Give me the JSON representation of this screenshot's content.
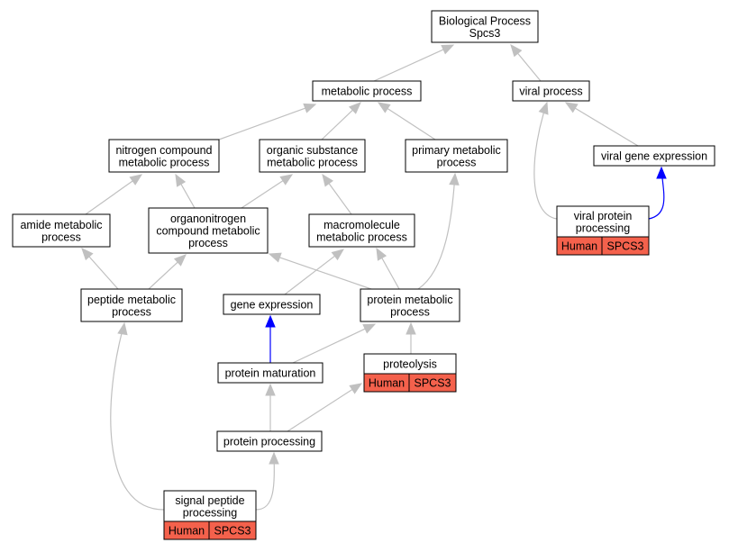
{
  "colors": {
    "edge_default": "#c0c0c0",
    "edge_highlight": "#0000ff",
    "annotation_fill": "#f4614c",
    "node_fill": "#ffffff",
    "node_border": "#000000"
  },
  "nodes": {
    "bp": {
      "lines": [
        "Biological Process",
        "Spcs3"
      ]
    },
    "metabolic": {
      "lines": [
        "metabolic process"
      ]
    },
    "viral": {
      "lines": [
        "viral process"
      ]
    },
    "nitrogen": {
      "lines": [
        "nitrogen compound",
        "metabolic process"
      ]
    },
    "organic": {
      "lines": [
        "organic substance",
        "metabolic process"
      ]
    },
    "primary": {
      "lines": [
        "primary metabolic",
        "process"
      ]
    },
    "viralgene": {
      "lines": [
        "viral gene expression"
      ]
    },
    "amide": {
      "lines": [
        "amide metabolic",
        "process"
      ]
    },
    "organonitrogen": {
      "lines": [
        "organonitrogen",
        "compound metabolic",
        "process"
      ]
    },
    "macromolecule": {
      "lines": [
        "macromolecule",
        "metabolic process"
      ]
    },
    "viralprot": {
      "lines": [
        "viral protein",
        "processing"
      ],
      "annotation": [
        "Human",
        "SPCS3"
      ]
    },
    "peptide": {
      "lines": [
        "peptide metabolic",
        "process"
      ]
    },
    "geneexpr": {
      "lines": [
        "gene expression"
      ]
    },
    "proteinmet": {
      "lines": [
        "protein metabolic",
        "process"
      ]
    },
    "maturation": {
      "lines": [
        "protein maturation"
      ]
    },
    "proteolysis": {
      "lines": [
        "proteolysis"
      ],
      "annotation": [
        "Human",
        "SPCS3"
      ]
    },
    "processing": {
      "lines": [
        "protein processing"
      ]
    },
    "signal": {
      "lines": [
        "signal peptide",
        "processing"
      ],
      "annotation": [
        "Human",
        "SPCS3"
      ]
    }
  },
  "edges": [
    {
      "from": "metabolic",
      "to": "bp",
      "highlight": false
    },
    {
      "from": "viral",
      "to": "bp",
      "highlight": false
    },
    {
      "from": "nitrogen",
      "to": "metabolic",
      "highlight": false
    },
    {
      "from": "organic",
      "to": "metabolic",
      "highlight": false
    },
    {
      "from": "primary",
      "to": "metabolic",
      "highlight": false
    },
    {
      "from": "viralgene",
      "to": "viral",
      "highlight": false
    },
    {
      "from": "viralprot",
      "to": "viral",
      "highlight": false
    },
    {
      "from": "viralprot",
      "to": "viralgene",
      "highlight": true
    },
    {
      "from": "amide",
      "to": "nitrogen",
      "highlight": false
    },
    {
      "from": "organonitrogen",
      "to": "nitrogen",
      "highlight": false
    },
    {
      "from": "organonitrogen",
      "to": "organic",
      "highlight": false
    },
    {
      "from": "macromolecule",
      "to": "organic",
      "highlight": false
    },
    {
      "from": "peptide",
      "to": "amide",
      "highlight": false
    },
    {
      "from": "peptide",
      "to": "organonitrogen",
      "highlight": false
    },
    {
      "from": "proteinmet",
      "to": "organonitrogen",
      "highlight": false
    },
    {
      "from": "proteinmet",
      "to": "macromolecule",
      "highlight": false
    },
    {
      "from": "proteinmet",
      "to": "primary",
      "highlight": false
    },
    {
      "from": "geneexpr",
      "to": "macromolecule",
      "highlight": false
    },
    {
      "from": "maturation",
      "to": "geneexpr",
      "highlight": true
    },
    {
      "from": "maturation",
      "to": "proteinmet",
      "highlight": false
    },
    {
      "from": "proteolysis",
      "to": "proteinmet",
      "highlight": false
    },
    {
      "from": "processing",
      "to": "maturation",
      "highlight": false
    },
    {
      "from": "processing",
      "to": "proteolysis",
      "highlight": false
    },
    {
      "from": "signal",
      "to": "processing",
      "highlight": false
    },
    {
      "from": "signal",
      "to": "peptide",
      "highlight": false
    }
  ]
}
